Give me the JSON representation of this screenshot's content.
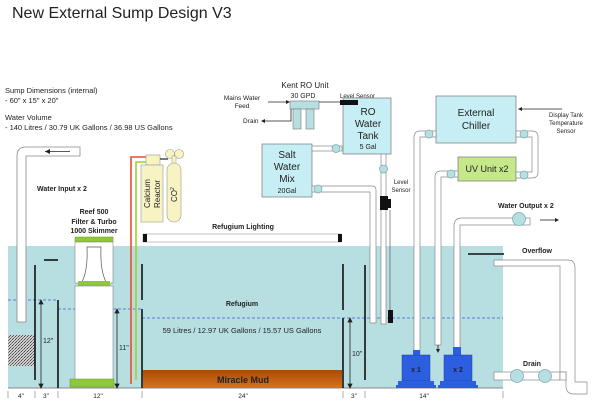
{
  "title": "New External Sump Design V3",
  "info": {
    "dimensions_label": "Sump Dimensions (internal)",
    "dimensions_value": " - 60\" x 15\" x 20\"",
    "volume_label": "Water Volume",
    "volume_value": "- 140 Litres / 30.79 UK Gallons / 36.98 US Gallons"
  },
  "ro_unit": {
    "title": "Kent RO Unit",
    "rate": "30 GPD",
    "feed_label_1": "Mains Water",
    "feed_label_2": "Feed",
    "drain_label": "Drain",
    "level_sensor": "Level Sensor"
  },
  "ro_tank": {
    "line1": "RO",
    "line2": "Water",
    "line3": "Tank",
    "capacity": "5 Gal"
  },
  "salt_mix": {
    "line1": "Salt",
    "line2": "Water",
    "line3": "Mix",
    "capacity": "20Gal"
  },
  "level_sensor_2": {
    "line1": "Level",
    "line2": "Sensor"
  },
  "chiller": {
    "line1": "External",
    "line2": "Chiller"
  },
  "temp_sensor": {
    "line1": "Display Tank",
    "line2": "Temperature",
    "line3": "Sensor"
  },
  "uv_unit": "UV Unit x2",
  "calcium_reactor": {
    "line1": "Calcium",
    "line2": "Reactor"
  },
  "co2": {
    "text": "CO",
    "sup": "2"
  },
  "water_input": "Water Input x 2",
  "skimmer": {
    "line1": "Reef 500",
    "line2": "Filter & Turbo",
    "line3": "1000 Skimmer"
  },
  "refugium_lighting": "Refugium Lighting",
  "refugium": {
    "label": "Refugium",
    "volume": "59 Litres / 12.97 UK Gallons / 15.57 US Gallons",
    "substrate": "Miracle Mud"
  },
  "water_output": "Water Output x 2",
  "overflow": "Overflow",
  "drain": "Drain",
  "pumps": [
    "x 1",
    "x 2"
  ],
  "heights": {
    "input_chamber": "12\"",
    "skimmer_chamber": "11\"",
    "return_baffle": "10\""
  },
  "widths": [
    "4\"",
    "3\"",
    "12\"",
    "24\"",
    "3\"",
    "14\""
  ],
  "colors": {
    "water": "#b7dfe2",
    "chiller": "#c6eef4",
    "uv": "#c5e88a",
    "reactor": "#f7f3c3",
    "mud_top": "#a64b08",
    "mud_bottom": "#d06c1a",
    "pump": "#2b5fe0",
    "feed_red": "#f04a2a",
    "feed_green": "#9fd22a",
    "skimmer_green": "#8fc83a"
  }
}
